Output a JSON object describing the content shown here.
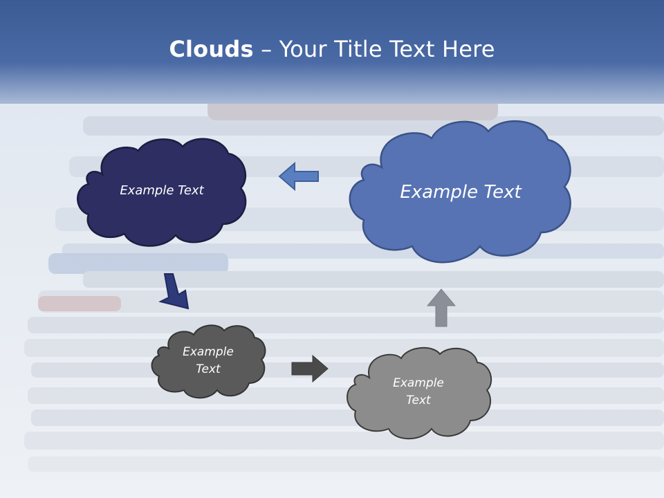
{
  "slide": {
    "title_bold": "Clouds",
    "title_dash": "–",
    "title_rest": "Your Title Text Here"
  },
  "clouds": [
    {
      "id": "navy",
      "text": "Example Text",
      "fill": "#2e2e63"
    },
    {
      "id": "blue",
      "text": "Example Text",
      "fill": "#5773b3"
    },
    {
      "id": "dark-gray",
      "text": "Example\nText",
      "fill": "#5a5a5a"
    },
    {
      "id": "gray",
      "text": "Example\nText",
      "fill": "#8c8c8c"
    }
  ],
  "arrows": [
    {
      "name": "arrow-left-icon",
      "color": "#5a7fc0"
    },
    {
      "name": "arrow-down-right-icon",
      "color": "#2e3a7a"
    },
    {
      "name": "arrow-right-icon",
      "color": "#4a4a4a"
    },
    {
      "name": "arrow-up-icon",
      "color": "#8a8f98"
    }
  ],
  "colors": {
    "header": "#3f5f9a",
    "background": "#e4e9f0",
    "outline": "#333a4a"
  }
}
